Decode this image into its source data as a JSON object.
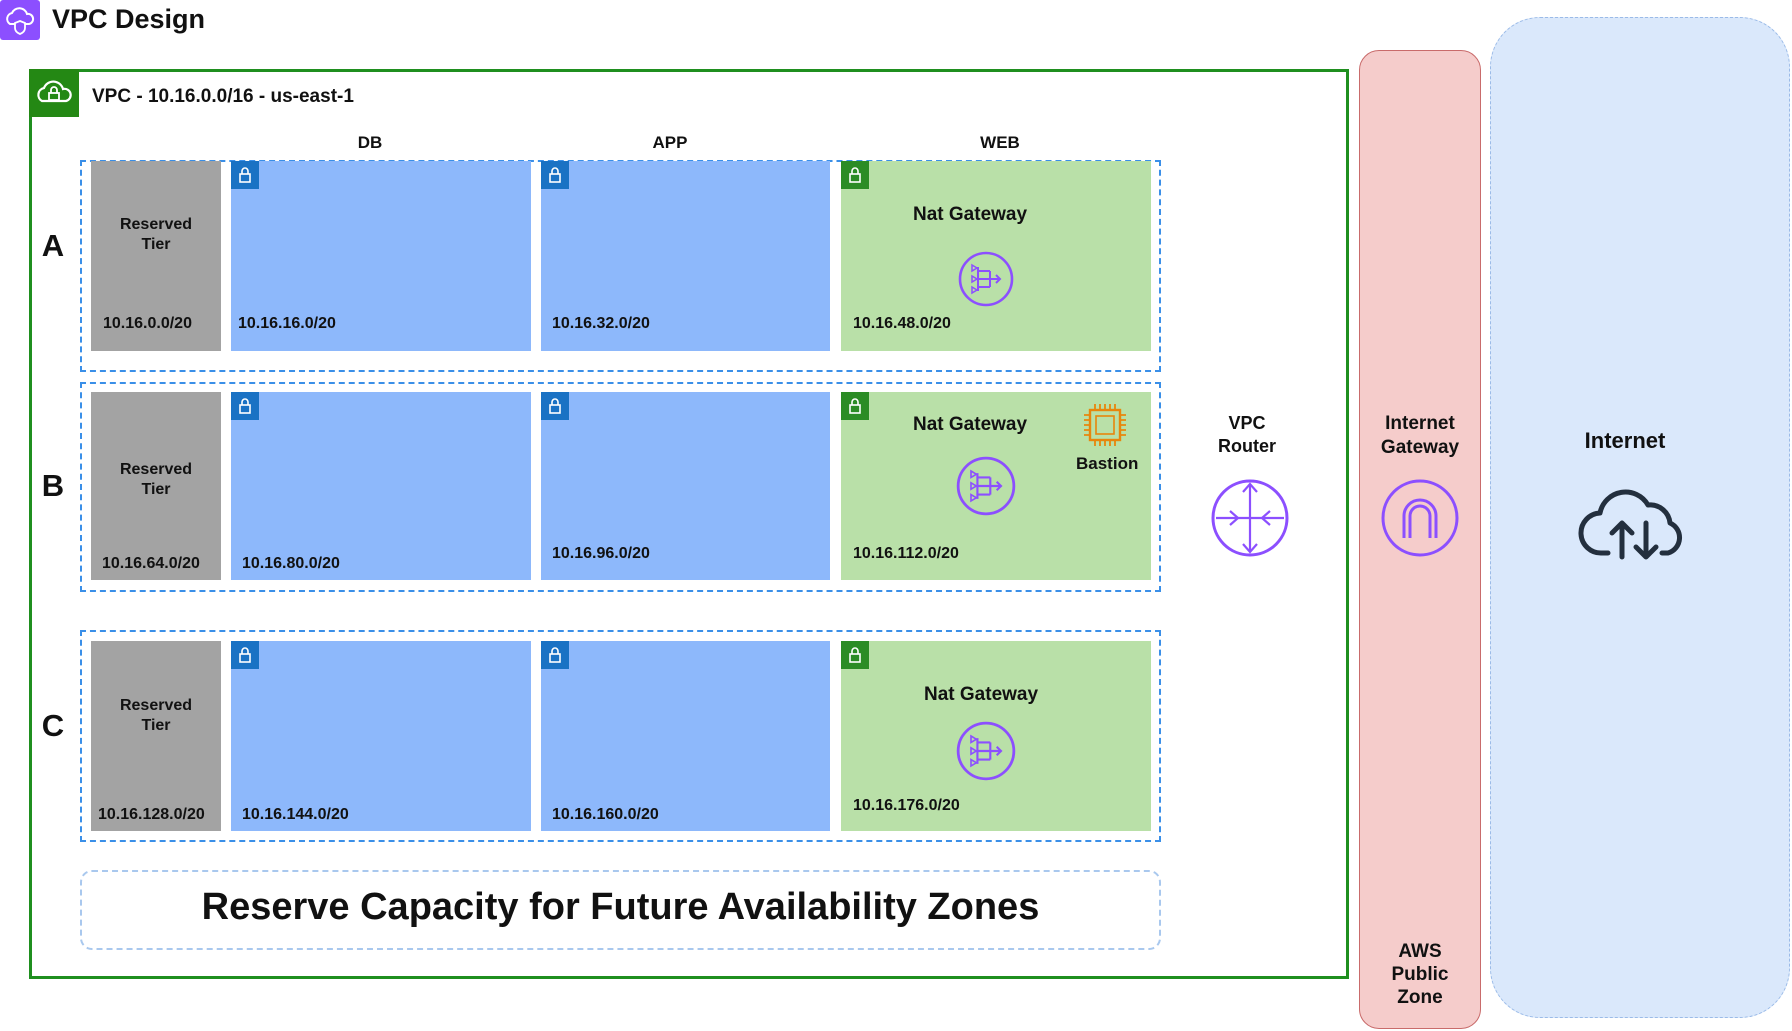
{
  "page": {
    "title": "VPC Design"
  },
  "vpc": {
    "label": "VPC - 10.16.0.0/16 - us-east-1",
    "columns": {
      "db": "DB",
      "app": "APP",
      "web": "WEB"
    }
  },
  "zones": [
    {
      "letter": "A",
      "reserved": {
        "label": "Reserved\nTier",
        "cidr": "10.16.0.0/20"
      },
      "db": {
        "cidr": "10.16.16.0/20"
      },
      "app": {
        "cidr": "10.16.32.0/20"
      },
      "web": {
        "cidr": "10.16.48.0/20",
        "nat_label": "Nat Gateway"
      }
    },
    {
      "letter": "B",
      "reserved": {
        "label": "Reserved\nTier",
        "cidr": "10.16.64.0/20"
      },
      "db": {
        "cidr": "10.16.80.0/20"
      },
      "app": {
        "cidr": "10.16.96.0/20"
      },
      "web": {
        "cidr": "10.16.112.0/20",
        "nat_label": "Nat Gateway",
        "bastion_label": "Bastion"
      }
    },
    {
      "letter": "C",
      "reserved": {
        "label": "Reserved\nTier",
        "cidr": "10.16.128.0/20"
      },
      "db": {
        "cidr": "10.16.144.0/20"
      },
      "app": {
        "cidr": "10.16.160.0/20"
      },
      "web": {
        "cidr": "10.16.176.0/20",
        "nat_label": "Nat Gateway"
      }
    }
  ],
  "future": {
    "text": "Reserve Capacity for Future Availability Zones"
  },
  "router": {
    "label": "VPC\nRouter"
  },
  "igw": {
    "label": "Internet\nGateway",
    "zone_label": "AWS\nPublic\nZone"
  },
  "internet": {
    "label": "Internet"
  },
  "colors": {
    "vpc_border": "#1f8f1f",
    "reserved_fill": "#a3a3a3",
    "private_fill": "#8db8fb",
    "public_fill": "#b9e0a8",
    "az_border": "#3a8fe8",
    "purple_icon": "#8c4fff",
    "igw_fill": "#f5cccb",
    "internet_fill": "#dae8fb",
    "bastion": "#e8860c"
  }
}
